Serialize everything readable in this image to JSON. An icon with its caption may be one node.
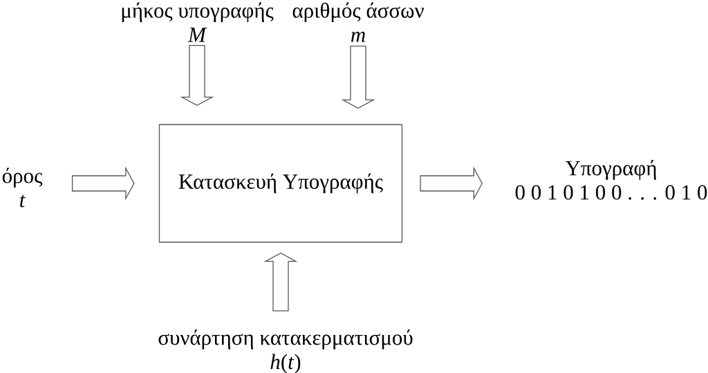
{
  "diagram": {
    "nodes": [
      {
        "text": [
          "μήκος υπογραφής",
          "M"
        ]
      },
      {
        "text": [
          "αριθμός άσσων",
          "m"
        ]
      },
      {
        "text": [
          "όρος",
          "t"
        ]
      },
      {
        "text": [
          "Κατασκευή Υπογραφής"
        ]
      },
      {
        "text": [
          "Υπογραφή",
          "0 0 1 0 1 0 0 . . . 0 1 0"
        ]
      },
      {
        "text": [
          "συνάρτηση κατακερματισμού",
          "*h*(*t*)"
        ]
      }
    ],
    "edges": [
      {
        "from": 0,
        "to": 3,
        "arrow": "to"
      },
      {
        "from": 1,
        "to": 3,
        "arrow": "to"
      },
      {
        "from": 2,
        "to": 3,
        "arrow": "to"
      },
      {
        "from": 3,
        "to": 4,
        "arrow": "to"
      },
      {
        "from": 5,
        "to": 3,
        "arrow": "to"
      }
    ]
  }
}
